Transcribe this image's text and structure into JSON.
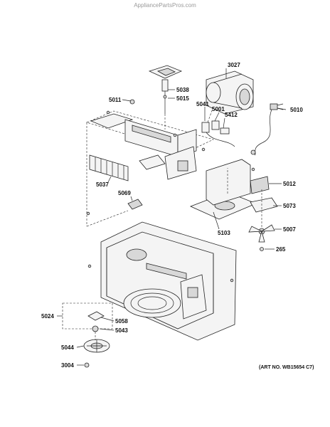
{
  "watermark": "AppliancePartsPros.com",
  "art_no": "(ART NO. WB15654 C7)",
  "parts": {
    "p3027": "3027",
    "p5038": "5038",
    "p5015": "5015",
    "p5011": "5011",
    "p5041": "5041",
    "p5001": "5001",
    "p5412": "5412",
    "p5010": "5010",
    "p5037": "5037",
    "p5069": "5069",
    "p5012": "5012",
    "p5073": "5073",
    "p5103": "5103",
    "p5007": "5007",
    "p265": "265",
    "p5024": "5024",
    "p5058": "5058",
    "p5043": "5043",
    "p5044": "5044",
    "p3004": "3004"
  }
}
